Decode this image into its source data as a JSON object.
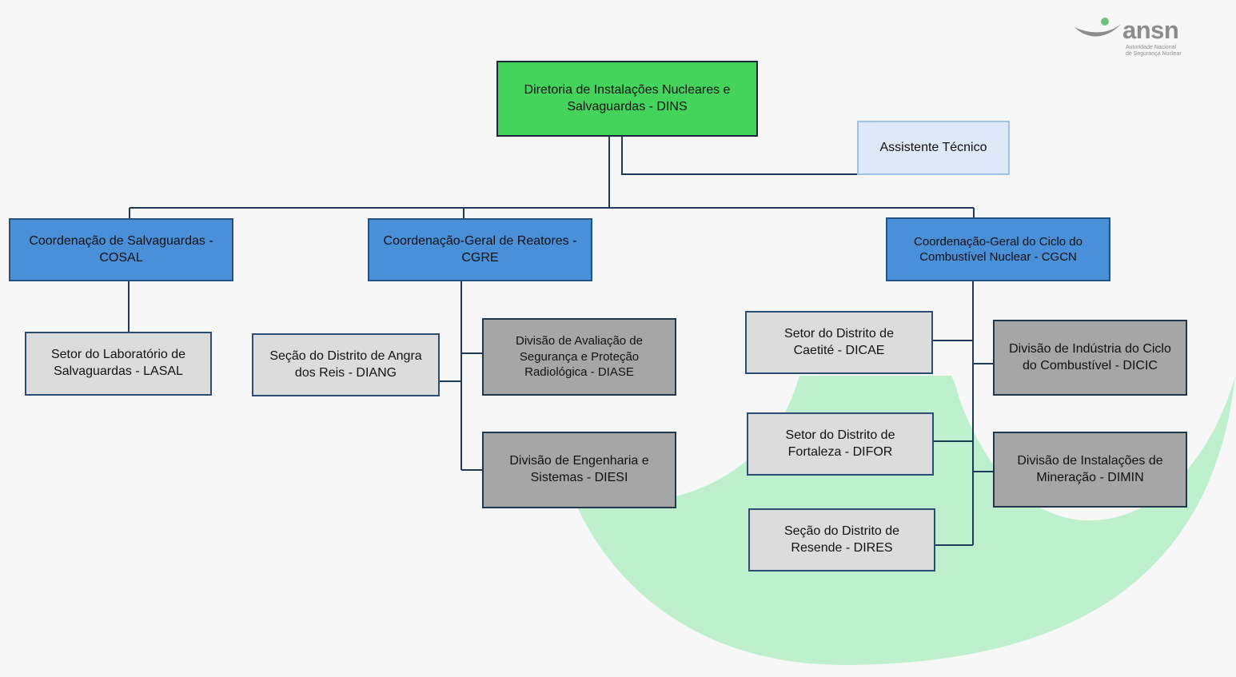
{
  "logo": {
    "name": "ansn",
    "subtitle_line1": "Autoridade Nacional",
    "subtitle_line2": "de Segurança Nuclear"
  },
  "org": {
    "dins": "Diretoria de Instalações Nucleares e Salvaguardas - DINS",
    "assistente": "Assistente Técnico",
    "cosal": "Coordenação de Salvaguardas - COSAL",
    "lasal": "Setor do Laboratório de Salvaguardas - LASAL",
    "cgre": "Coordenação-Geral de Reatores - CGRE",
    "diang": "Seção do Distrito de Angra dos Reis - DIANG",
    "diase": "Divisão de Avaliação de Segurança e Proteção Radiológica - DIASE",
    "diesi": "Divisão de Engenharia e Sistemas - DIESI",
    "cgcn": "Coordenação-Geral do Ciclo do Combustível Nuclear - CGCN",
    "dicae": "Setor do Distrito de Caetité - DICAE",
    "difor": "Setor do Distrito de Fortaleza - DIFOR",
    "dires": "Seção do Distrito de Resende - DIRES",
    "dicic": "Divisão de Indústria do Ciclo do Combustível - DICIC",
    "dimin": "Divisão de Instalações de Mineração - DIMIN"
  },
  "colors": {
    "director": "#44d45c",
    "coordination": "#4a90d9",
    "sector": "#dcdcdc",
    "division": "#a6a6a6",
    "assistant": "#dde9f6",
    "connector": "#1f3b5c",
    "watermark": "#bff0ce"
  }
}
